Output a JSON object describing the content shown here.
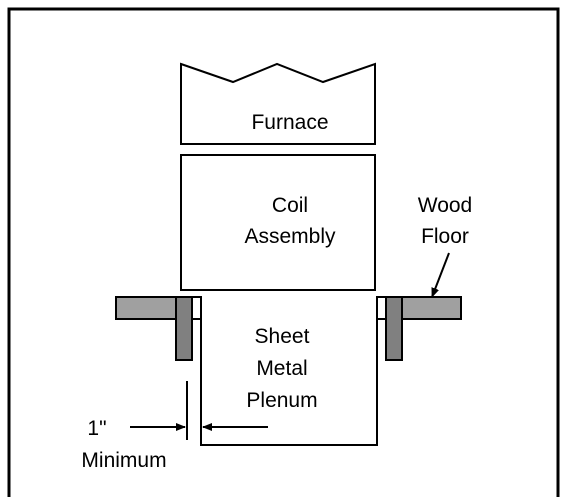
{
  "diagram": {
    "labels": {
      "furnace": "Furnace",
      "coil_line1": "Coil",
      "coil_line2": "Assembly",
      "wood_line1": "Wood",
      "wood_line2": "Floor",
      "plenum_line1": "Sheet",
      "plenum_line2": "Metal",
      "plenum_line3": "Plenum",
      "clearance_value": "1\"",
      "clearance_note": "Minimum"
    },
    "colors": {
      "line": "#000000",
      "floor_fill": "#a0a0a0",
      "joist_fill": "#808080",
      "background": "#ffffff"
    }
  }
}
